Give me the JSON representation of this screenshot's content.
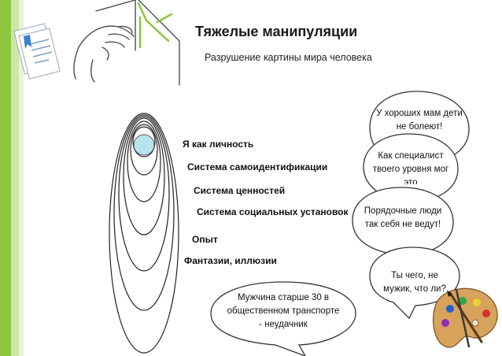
{
  "slide": {
    "title": "Тяжелые манипуляции",
    "subtitle": "Разрушение картины мира человека"
  },
  "layers": [
    "Я как личность",
    "Система самоидентификации",
    "Система ценностей",
    "Система социальных установок",
    "Опыт",
    "Фантазии, иллюзии"
  ],
  "bubbles": [
    "У хороших мам дети не болеют!",
    "Как специалист твоего уровня мог это",
    "Порядочные люди так себя не ведут!",
    "Ты чего, не мужик, что ли?",
    "Мужчина старше 30 в общественном транспорте - неудачник"
  ],
  "colors": {
    "accent_green": "#8cc63f",
    "core_fill": "#b8e3ec"
  }
}
